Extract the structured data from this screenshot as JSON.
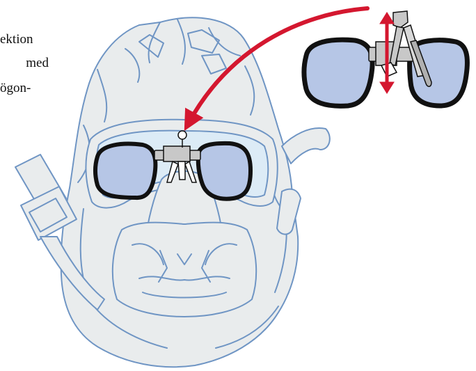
{
  "caption": {
    "line1": "ektion",
    "line2": "med",
    "line3": "ögon-"
  },
  "colors": {
    "mask_fill": "#e9eced",
    "mask_outline": "#6f95c4",
    "visor_fill": "#dcebf6",
    "lens_fill": "#b6c6e6",
    "frame": "#111111",
    "arrow_red": "#d4172f",
    "clip_gray": "#c8c8c8"
  },
  "icons": {
    "mask": "gas-mask-illustration",
    "glasses": "spectacle-insert-icon",
    "arrow": "curved-red-arrow",
    "adjust": "vertical-adjust-arrow-icon"
  }
}
